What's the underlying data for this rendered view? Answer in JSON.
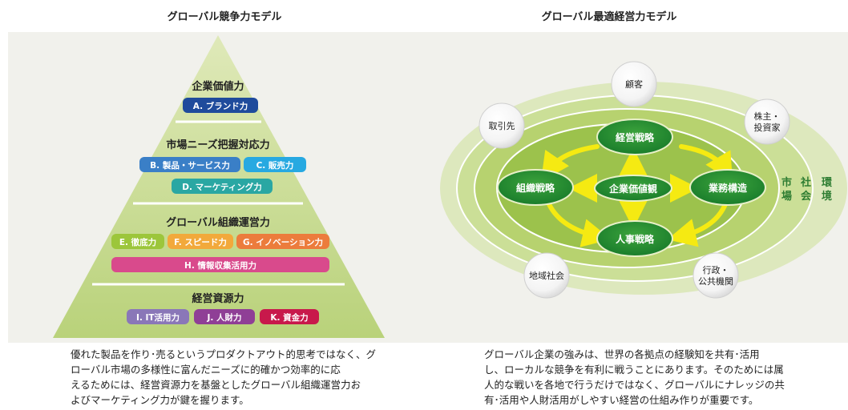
{
  "left": {
    "title": "グローバル競争力モデル",
    "tiers": [
      {
        "heading": "企業価値力",
        "pills": [
          {
            "label": "A. ブランド力",
            "color": "#1f4b9c"
          }
        ]
      },
      {
        "heading": "市場ニーズ把握対応力",
        "pills": [
          {
            "label": "B. 製品・サービス力",
            "color": "#3a7fc7"
          },
          {
            "label": "C. 販売力",
            "color": "#27a9e1"
          },
          {
            "label": "D. マーケティング力",
            "color": "#2aa7a3"
          }
        ]
      },
      {
        "heading": "グローバル組織運営力",
        "pills": [
          {
            "label": "E. 徹底力",
            "color": "#9cc63b"
          },
          {
            "label": "F. スピード力",
            "color": "#f2a93b"
          },
          {
            "label": "G. イノベーション力",
            "color": "#ec7c3c"
          },
          {
            "label": "H. 情報収集活用力",
            "color": "#d94a8c"
          }
        ]
      },
      {
        "heading": "経営資源力",
        "pills": [
          {
            "label": "I. IT活用力",
            "color": "#8a77b8"
          },
          {
            "label": "J. 人財力",
            "color": "#8f3f96"
          },
          {
            "label": "K. 資金力",
            "color": "#c8194b"
          }
        ]
      }
    ],
    "caption": [
      "優れた製品を作り･売るというプロダクトアウト的思考ではなく、グ",
      "ローバル市場の多様性に富んだニーズに的確かつ効率的に応",
      "えるためには、経営資源力を基盤としたグローバル組織運営力お",
      "よびマーケティング力が鍵を握ります。"
    ]
  },
  "right": {
    "title": "グローバル最適経営力モデル",
    "rings": [
      "市場",
      "社会",
      "環境"
    ],
    "center": "企業価値観",
    "strategies": [
      "経営戦略",
      "組織戦略",
      "業務構造",
      "人事戦略"
    ],
    "stakeholders": [
      "顧客",
      "取引先",
      "株主・\n投資家",
      "地域社会",
      "行政・\n公共機関"
    ],
    "caption": [
      "グローバル企業の強みは、世界の各拠点の経験知を共有･活用",
      "し、ローカルな競争を有利に戦うことにあります。そのためには属",
      "人的な戦いを各地で行うだけではなく、グローバルにナレッジの共",
      "有･活用や人財活用がしやすい経営の仕組み作りが重要です。"
    ]
  }
}
